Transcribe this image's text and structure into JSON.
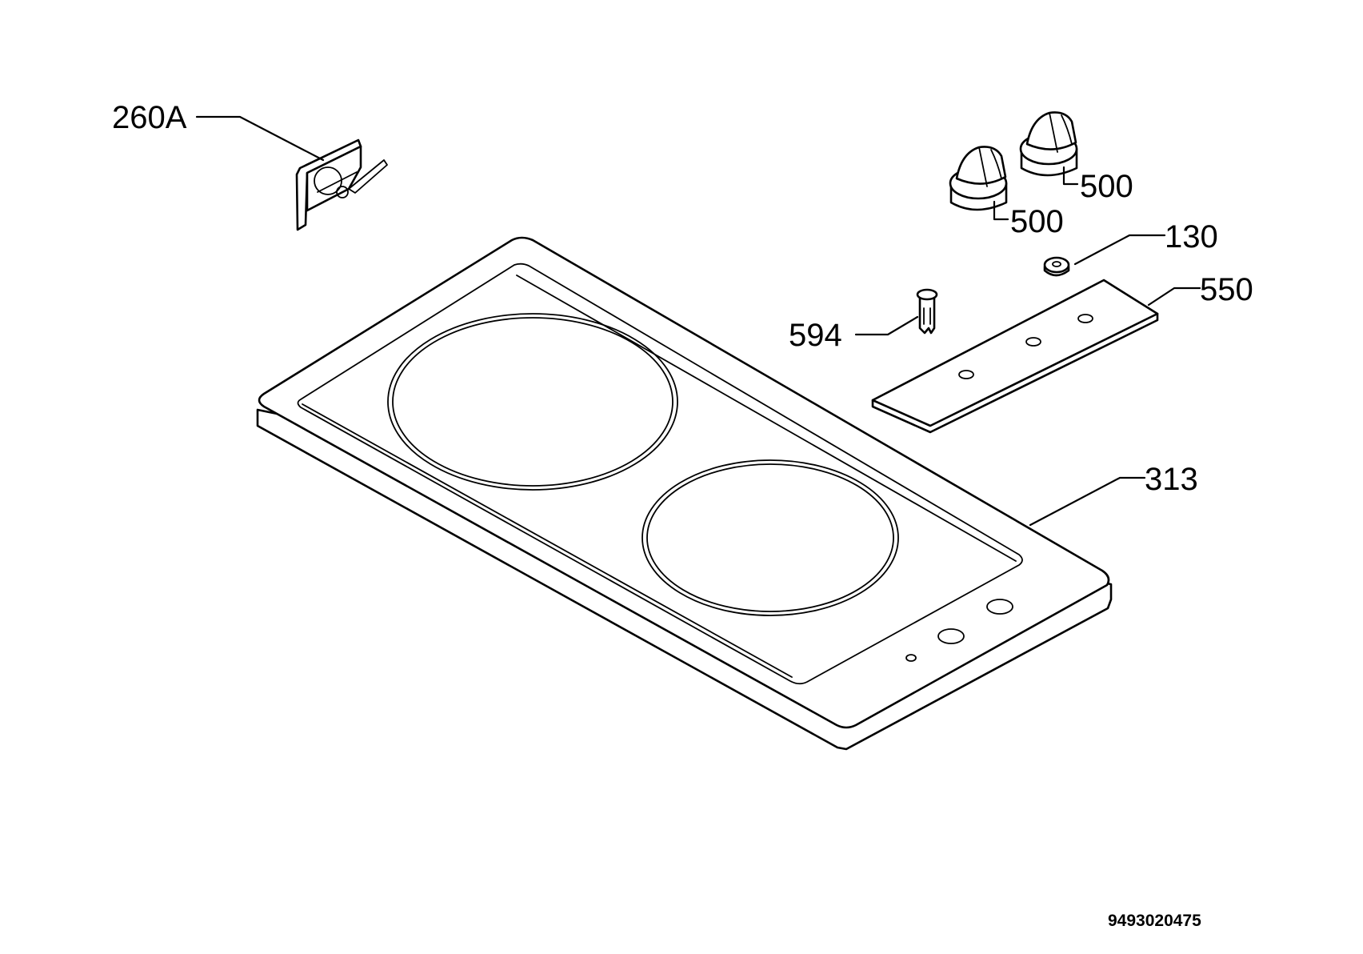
{
  "callouts": {
    "part_260a": "260A",
    "part_500_upper": "500",
    "part_500_lower": "500",
    "part_130": "130",
    "part_550": "550",
    "part_594": "594",
    "part_313": "313"
  },
  "document_number": "9493020475"
}
